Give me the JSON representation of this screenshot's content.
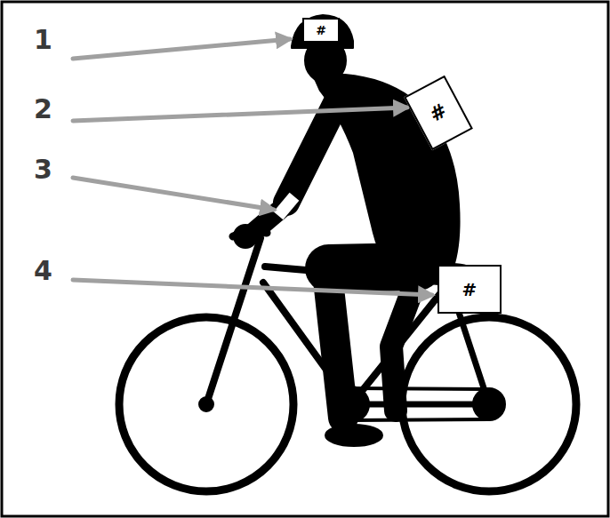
{
  "diagram": {
    "nodes": [
      {
        "text": [
          "#"
        ]
      },
      {
        "text": [
          "#"
        ]
      },
      {
        "text": [
          "#"
        ]
      }
    ],
    "labels": [
      "1",
      "2",
      "3",
      "4"
    ]
  }
}
